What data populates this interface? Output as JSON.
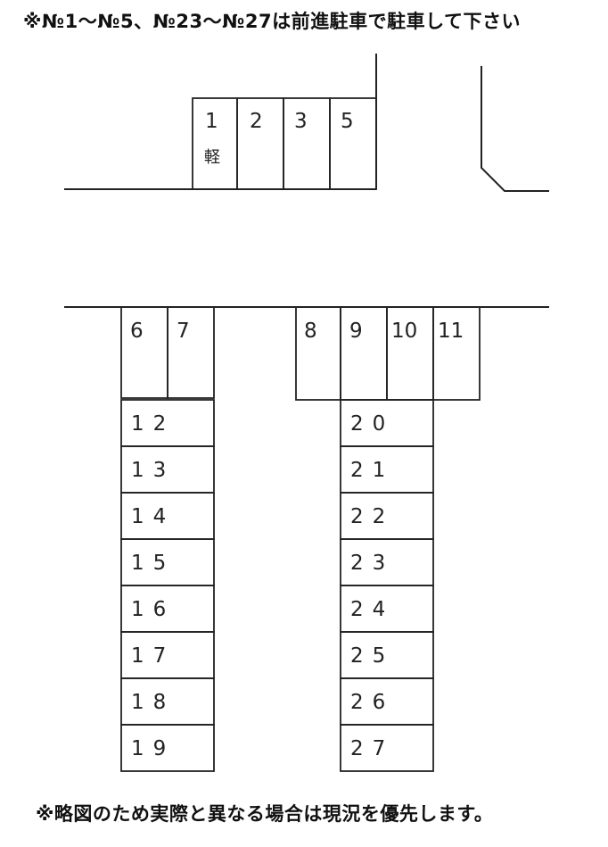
{
  "notes": {
    "top": "※№1～№5、№23～№27は前進駐車で駐車して下さい",
    "bottom": "※略図のため実際と異なる場合は現況を優先します。"
  },
  "spaces": {
    "s1": "1",
    "s1_type": "軽",
    "s2": "2",
    "s3": "3",
    "s5": "5",
    "s6": "6",
    "s7": "7",
    "s8": "8",
    "s9": "9",
    "s10": "10",
    "s11": "11",
    "s12": "12",
    "s13": "13",
    "s14": "14",
    "s15": "15",
    "s16": "16",
    "s17": "17",
    "s18": "18",
    "s19": "19",
    "s20": "20",
    "s21": "21",
    "s22": "22",
    "s23": "23",
    "s24": "24",
    "s25": "25",
    "s26": "26",
    "s27": "27"
  }
}
